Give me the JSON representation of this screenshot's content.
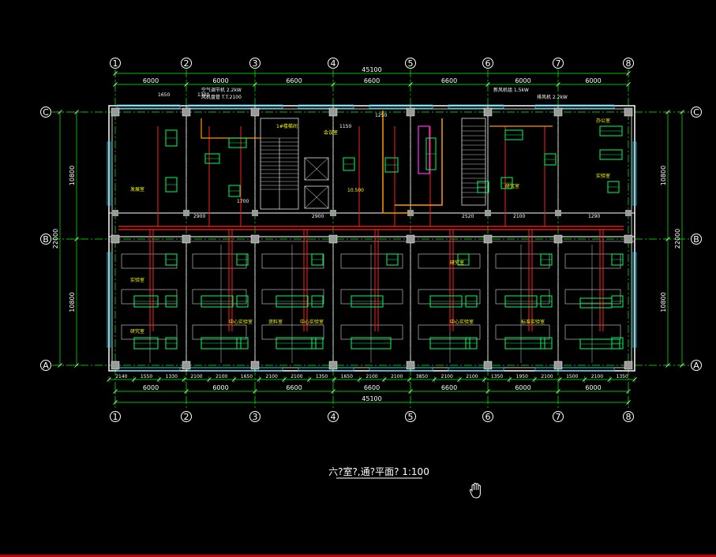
{
  "drawing": {
    "title": "六?室?,通?平面?  1:100",
    "colors": {
      "background": "#000000",
      "grid_line": "#00ff00",
      "wall": "#ffffff",
      "column": "#9a9a9a",
      "duct_red": "#ff2020",
      "duct_green": "#00ff60",
      "window_cyan": "#00d8ff",
      "text_yellow": "#ffff00",
      "duct_orange": "#ff9a00",
      "duct_magenta": "#ff30ff"
    }
  },
  "axes": {
    "columns": [
      "1",
      "2",
      "3",
      "4",
      "5",
      "6",
      "7",
      "8"
    ],
    "rows": [
      "C",
      "B",
      "A"
    ]
  },
  "dimensions": {
    "top_overall": "45100",
    "top_spans": [
      "6000",
      "6000",
      "6600",
      "6600",
      "6600",
      "6000",
      "6000"
    ],
    "bottom_overall": "45100",
    "bottom_spans": [
      "6000",
      "6000",
      "6600",
      "6600",
      "6600",
      "6000",
      "6000"
    ],
    "left_overall": "22000",
    "left_spans": [
      "10800",
      "10800"
    ],
    "right_overall": "22000",
    "right_spans": [
      "10800",
      "10800"
    ],
    "bottom_detail": [
      "2140",
      "1550",
      "1330",
      "2100",
      "2100",
      "1650",
      "2100",
      "2100",
      "1350",
      "1650",
      "2100",
      "2100",
      "3850",
      "2100",
      "2100",
      "1350",
      "1950",
      "2100",
      "1500",
      "2100",
      "1350"
    ],
    "corridor": [
      "2900",
      "2900",
      "2520",
      "2100",
      "1290"
    ],
    "small": [
      "1650",
      "1300",
      "1150",
      "1250",
      "10.500",
      "1700"
    ]
  },
  "rooms": {
    "labels": [
      "1#楼梯间",
      "会议室",
      "发展室",
      "实验室",
      "研究室",
      "资料室",
      "办公室",
      "实验室",
      "中心实验室",
      "中心实验室",
      "中心实验室",
      "标准实验室",
      "研究室",
      "研究室"
    ]
  },
  "notes": {
    "equip_1": "空气调节机 2.2kW",
    "equip_2": "风机盘管 T.T.2100",
    "equip_3": "新风机组 1.5kW",
    "equip_4": "排风机 2.2kW"
  }
}
